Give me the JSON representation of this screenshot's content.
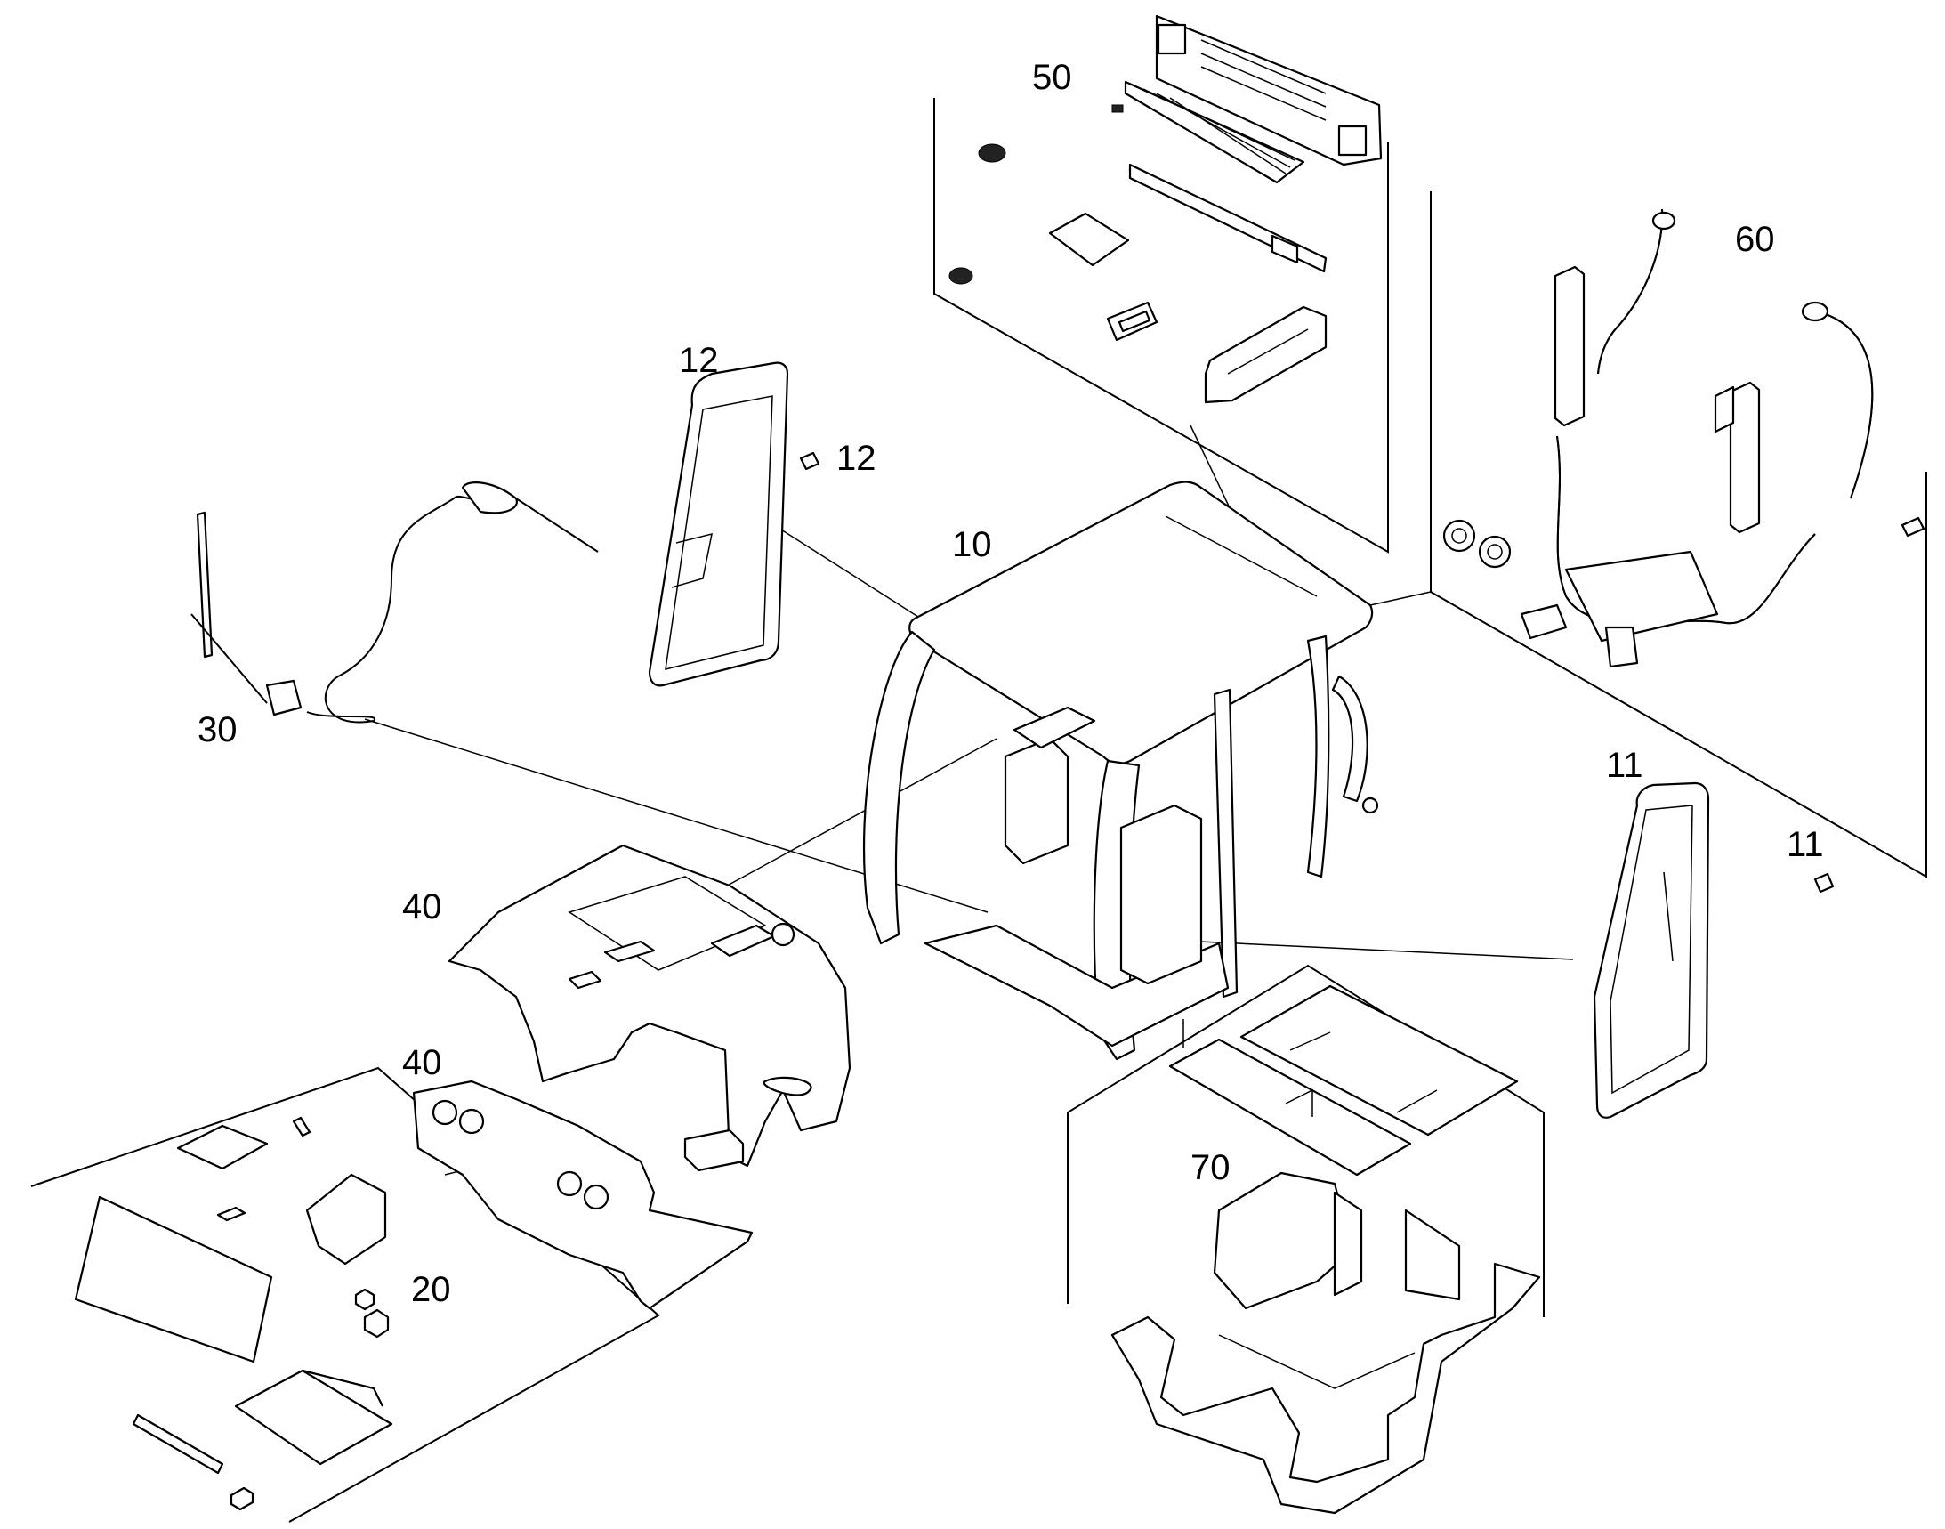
{
  "labels": {
    "l50": "50",
    "l60": "60",
    "l12a": "12",
    "l12b": "12",
    "l10": "10",
    "l30": "30",
    "l11a": "11",
    "l11b": "11",
    "l40a": "40",
    "l40b": "40",
    "l70": "70",
    "l20": "20"
  }
}
